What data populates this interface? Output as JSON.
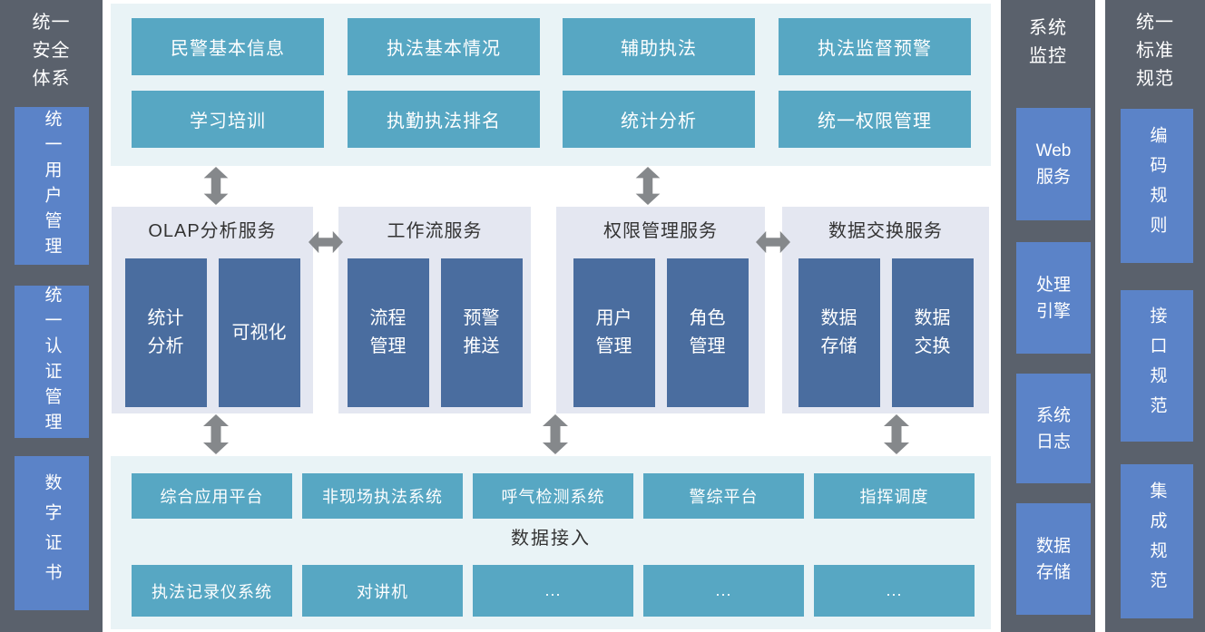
{
  "left_sidebar": {
    "title": "统一\n安全\n体系",
    "items": [
      "统一用户管理",
      "统一认证管理",
      "数字证书"
    ]
  },
  "top_section": {
    "boxes": [
      "民警基本信息",
      "执法基本情况",
      "辅助执法",
      "执法监督预警",
      "学习培训",
      "执勤执法排名",
      "统计分析",
      "统一权限管理"
    ]
  },
  "services": [
    {
      "title": "OLAP分析服务",
      "children": [
        "统计\n分析",
        "可视化"
      ]
    },
    {
      "title": "工作流服务",
      "children": [
        "流程\n管理",
        "预警\n推送"
      ]
    },
    {
      "title": "权限管理服务",
      "children": [
        "用户\n管理",
        "角色\n管理"
      ]
    },
    {
      "title": "数据交换服务",
      "children": [
        "数据\n存储",
        "数据\n交换"
      ]
    }
  ],
  "bottom_section": {
    "label": "数据接入",
    "systems": [
      "综合应用平台",
      "非现场执法系统",
      "呼气检测系统",
      "警综平台",
      "指挥调度"
    ],
    "sources": [
      "执法记录仪系统",
      "对讲机",
      "...",
      "...",
      "..."
    ]
  },
  "monitor_sidebar": {
    "title": "系统\n监控",
    "items": [
      "Web\n服务",
      "处理\n引擎",
      "系统\n日志",
      "数据\n存储"
    ]
  },
  "standards_sidebar": {
    "title": "统一\n标准\n规范",
    "items": [
      "编码规则",
      "接口规范",
      "集成规范"
    ]
  },
  "colors": {
    "sidebar_bg": "#5a616c",
    "side_box_blue": "#5b83c8",
    "teal_box": "#57a7c3",
    "inner_navy": "#4a6d9f",
    "section_bg": "#e9f3f6",
    "panel_bg": "#e4e7f1",
    "arrow_gray": "#85888b",
    "dark_text": "#333333"
  }
}
